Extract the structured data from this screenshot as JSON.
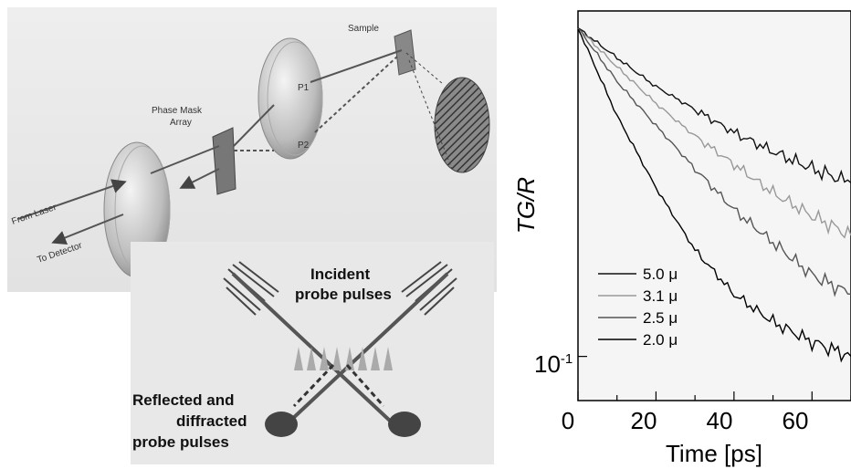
{
  "setup_labels": {
    "sample": "Sample",
    "phase_mask_line1": "Phase Mask",
    "phase_mask_line2": "Array",
    "p1": "P1",
    "p2": "P2",
    "from_laser": "From Laser",
    "to_detector": "To Detector"
  },
  "inset_labels": {
    "incident_line1": "Incident",
    "incident_line2": "probe pulses",
    "reflected_line1": "Reflected and",
    "reflected_line2": "diffracted",
    "reflected_line3": "probe pulses"
  },
  "chart_data": {
    "type": "line",
    "xlabel": "Time [ps]",
    "ylabel": "TG/R",
    "xlim": [
      0,
      70
    ],
    "y_scale": "log",
    "x_ticks": [
      "0",
      "20",
      "40",
      "60"
    ],
    "y_tick_label": "10",
    "y_tick_exponent": "-1",
    "legend_position": "bottom-left",
    "series": [
      {
        "name": "5.0 μ",
        "color": "#111111",
        "x": [
          0,
          10,
          20,
          30,
          40,
          50,
          60,
          70
        ],
        "y": [
          0.85,
          0.7,
          0.58,
          0.5,
          0.43,
          0.38,
          0.34,
          0.31
        ]
      },
      {
        "name": "3.1 μ",
        "color": "#999999",
        "x": [
          0,
          10,
          20,
          30,
          40,
          50,
          60,
          70
        ],
        "y": [
          0.85,
          0.66,
          0.52,
          0.42,
          0.35,
          0.29,
          0.25,
          0.22
        ]
      },
      {
        "name": "2.5 μ",
        "color": "#555555",
        "x": [
          0,
          10,
          20,
          30,
          40,
          50,
          60,
          70
        ],
        "y": [
          0.85,
          0.6,
          0.45,
          0.34,
          0.26,
          0.21,
          0.17,
          0.15
        ]
      },
      {
        "name": "2.0 μ",
        "color": "#000000",
        "x": [
          0,
          10,
          20,
          30,
          40,
          50,
          60,
          70
        ],
        "y": [
          0.85,
          0.48,
          0.3,
          0.2,
          0.15,
          0.125,
          0.11,
          0.1
        ]
      }
    ]
  }
}
